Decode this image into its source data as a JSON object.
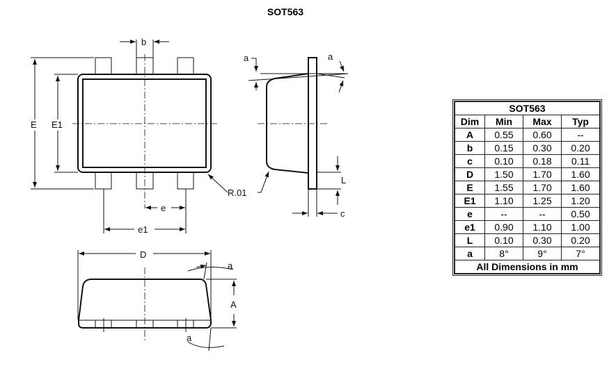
{
  "title": "SOT563",
  "labels": {
    "b": "b",
    "E": "E",
    "E1": "E1",
    "e": "e",
    "e1": "e1",
    "R": "R.01",
    "a": "a",
    "L": "L",
    "c": "c",
    "D": "D",
    "A": "A"
  },
  "table": {
    "title": "SOT563",
    "headers": [
      "Dim",
      "Min",
      "Max",
      "Typ"
    ],
    "rows": [
      [
        "A",
        "0.55",
        "0.60",
        "--"
      ],
      [
        "b",
        "0.15",
        "0.30",
        "0.20"
      ],
      [
        "c",
        "0.10",
        "0.18",
        "0.11"
      ],
      [
        "D",
        "1.50",
        "1.70",
        "1.60"
      ],
      [
        "E",
        "1.55",
        "1.70",
        "1.60"
      ],
      [
        "E1",
        "1.10",
        "1.25",
        "1.20"
      ],
      [
        "e",
        "--",
        "--",
        "0.50"
      ],
      [
        "e1",
        "0.90",
        "1.10",
        "1.00"
      ],
      [
        "L",
        "0.10",
        "0.30",
        "0.20"
      ],
      [
        "a",
        "8°",
        "9°",
        "7°"
      ]
    ],
    "footer": "All Dimensions in mm"
  }
}
